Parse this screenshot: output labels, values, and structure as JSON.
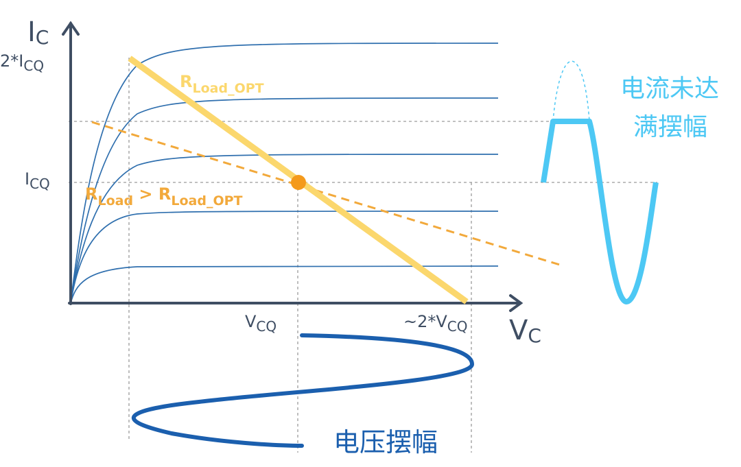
{
  "colors": {
    "axis": "#3f4e63",
    "curve": "#2f6fae",
    "guide": "#9a9a9a",
    "load_opt": "#fbd76d",
    "load_high": "#f2a93b",
    "q_point": "#f49a1c",
    "current_wave": "#4dc8f4",
    "voltage_wave": "#1b5fae"
  },
  "axes": {
    "y_label_main": "I",
    "y_label_sub": "C",
    "x_label_main": "V",
    "x_label_sub": "C"
  },
  "ticks": {
    "two_icq_prefix": "2*I",
    "two_icq_sub": "CQ",
    "icq_main": "I",
    "icq_sub": "CQ",
    "vcq_main": "V",
    "vcq_sub": "CQ",
    "two_vcq_prefix": "~2*V",
    "two_vcq_sub": "CQ"
  },
  "load_lines": {
    "opt_main": "R",
    "opt_sub": "Load_OPT",
    "high_main": "R",
    "high_sub": "Load",
    "high_cmp": " > R",
    "high_sub2": "Load_OPT"
  },
  "annotations": {
    "current_line1": "电流未达",
    "current_line2": "满摆幅",
    "voltage": "电压摆幅"
  }
}
